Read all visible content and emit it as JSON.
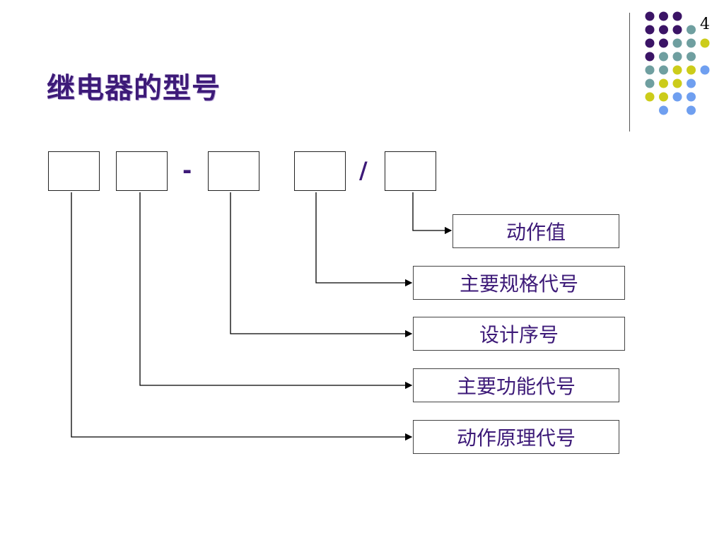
{
  "slide": {
    "number": "4",
    "title": "继电器的型号"
  },
  "separators": {
    "dash": "-",
    "slash": "/"
  },
  "labels": {
    "action_value": "动作值",
    "spec_code": "主要规格代号",
    "design_seq": "设计序号",
    "function_code": "主要功能代号",
    "principle_code": "动作原理代号"
  },
  "decor": {
    "colors": {
      "purple": "#3b1466",
      "teal": "#6f9fa0",
      "olive": "#cccc1a",
      "blue": "#6f9ff0"
    }
  }
}
